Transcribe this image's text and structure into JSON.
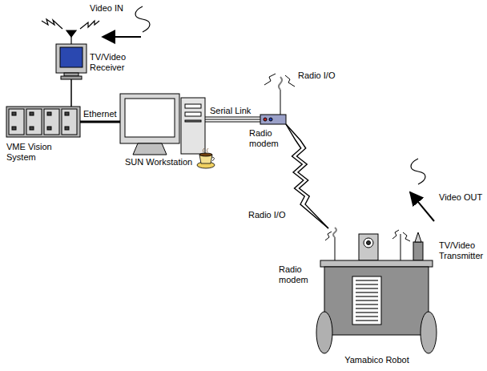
{
  "diagram": {
    "nodes": [
      {
        "text": [
          "TV/Video Receiver"
        ]
      },
      {
        "text": [
          "VME Vision System"
        ]
      },
      {
        "text": [
          "SUN Workstation"
        ]
      },
      {
        "text": [
          "Radio modem"
        ]
      },
      {
        "text": [
          "Yamabico Robot"
        ]
      }
    ],
    "edges": [
      {
        "from": 0,
        "to": 1,
        "arrow": "none"
      },
      {
        "from": 1,
        "to": 2,
        "label": "Ethernet",
        "arrow": "none"
      },
      {
        "from": 2,
        "to": 3,
        "label": "Serial Link",
        "arrow": "none"
      },
      {
        "from": 3,
        "to": 4,
        "arrow": "none"
      }
    ],
    "labels": [
      "Video IN",
      "Radio I/O",
      "Radio I/O",
      "Radio modem",
      "TV/Video Transmitter",
      "Video OUT"
    ]
  }
}
